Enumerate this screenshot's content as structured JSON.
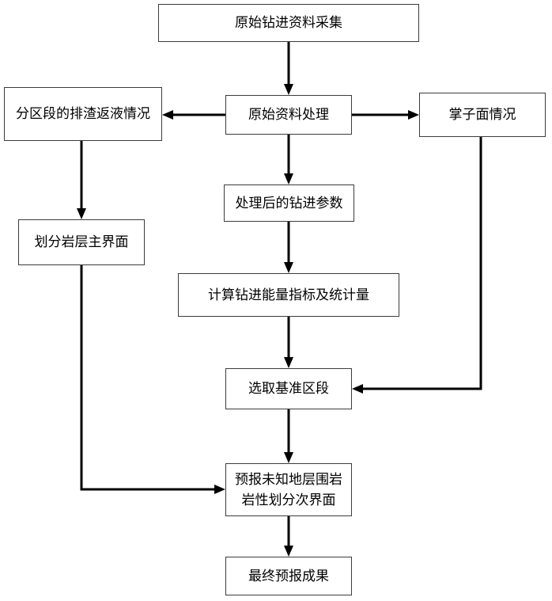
{
  "colors": {
    "background": "#ffffff",
    "box_border": "#3c3c3c",
    "line": "#000000",
    "text": "#000000"
  },
  "nodes": {
    "raw_collection": "原始钻进资料采集",
    "raw_processing": "原始资料处理",
    "segment_slag": "分区段的排渣返液情况",
    "tunnel_face": "掌子面情况",
    "processed_params": "处理后的钻进参数",
    "main_interface": "划分岩层主界面",
    "energy_index": "计算钻进能量指标及统计量",
    "baseline_segment": "选取基准区段",
    "forecast": [
      "预报未知地层围岩",
      "岩性划分次界面"
    ],
    "final_result": "最终预报成果"
  }
}
